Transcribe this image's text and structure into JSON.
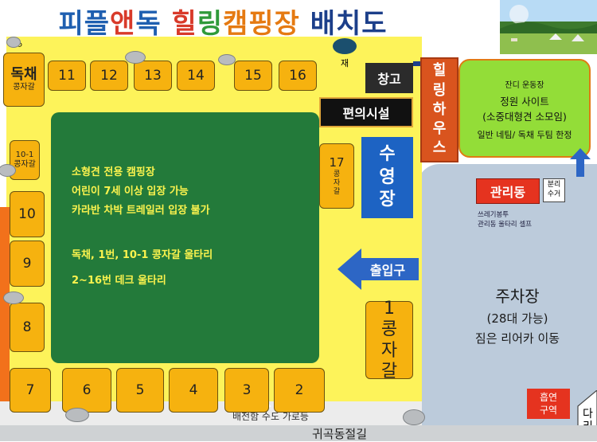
{
  "title": {
    "parts": [
      {
        "text": "피플",
        "color": "#1f5fb0"
      },
      {
        "text": "앤",
        "color": "#d83a2a"
      },
      {
        "text": "독 ",
        "color": "#1f5fb0"
      },
      {
        "text": "힐",
        "color": "#d83a2a"
      },
      {
        "text": "링",
        "color": "#2f9a3a"
      },
      {
        "text": "캠핑장 ",
        "color": "#e57a12"
      },
      {
        "text": "배치도",
        "color": "#1c3f8a"
      }
    ]
  },
  "lots_top": [
    "11",
    "12",
    "13",
    "14",
    "15",
    "16"
  ],
  "lots_bottom": [
    "7",
    "6",
    "5",
    "4",
    "3",
    "2"
  ],
  "lots_left": [
    "10",
    "9",
    "8"
  ],
  "dokchae": {
    "title": "독채",
    "sub": "콩자갈"
  },
  "lot_10_1": {
    "title": "10-1",
    "sub": "콩자갈"
  },
  "lot_17": {
    "title": "17",
    "sub": "콩자갈"
  },
  "lot_1": {
    "title": "1",
    "sub": "콩자갈"
  },
  "facilities": {
    "warehouse": "창고",
    "convenience": "편의시설",
    "pool": "수영장",
    "healing_house": "힐링하우스",
    "entrance": "출입구",
    "office": "관리동",
    "recycle": "분리수거",
    "garbage_note": "쓰레기봉투\n관리동 울타리 셀프",
    "smoking": "흡연구역",
    "dog_label": "재",
    "small_note": "ㅇ"
  },
  "field": {
    "lines": [
      "소형견 전용 캠핑장",
      "어린이 7세 이상 입장 가능",
      "카라반 차박 트레일러 입장 불가",
      "",
      "독채, 1번, 10-1 콩자갈 울타리",
      "2~16번 데크 울타리"
    ]
  },
  "lawn": {
    "line1": "잔디 운동장",
    "line2": "정원 사이트",
    "line3": "(소중대형견 소모임)",
    "line4": "일반 네팀/ 독채 두팀 한정"
  },
  "parking": {
    "title": "주차장",
    "line2": "(28대 가능)",
    "line3": "짐은 리어카 이동"
  },
  "bottom": {
    "road_label": "귀곡동절길",
    "street_label": "배전함 수도 가로등",
    "corner": "다리"
  },
  "colors": {
    "yard": "#fdf35a",
    "lot": "#f6b20f",
    "field": "#237a3a",
    "field_text": "#fbf34e",
    "pool": "#1d63c3",
    "dark_box": "#2b2b2b",
    "healing": "#d9541e",
    "lawn": "#93dd38",
    "parking": "#bccbdb",
    "office": "#e5331f",
    "arrow": "#2d66c5",
    "smoking": "#e5331f"
  }
}
